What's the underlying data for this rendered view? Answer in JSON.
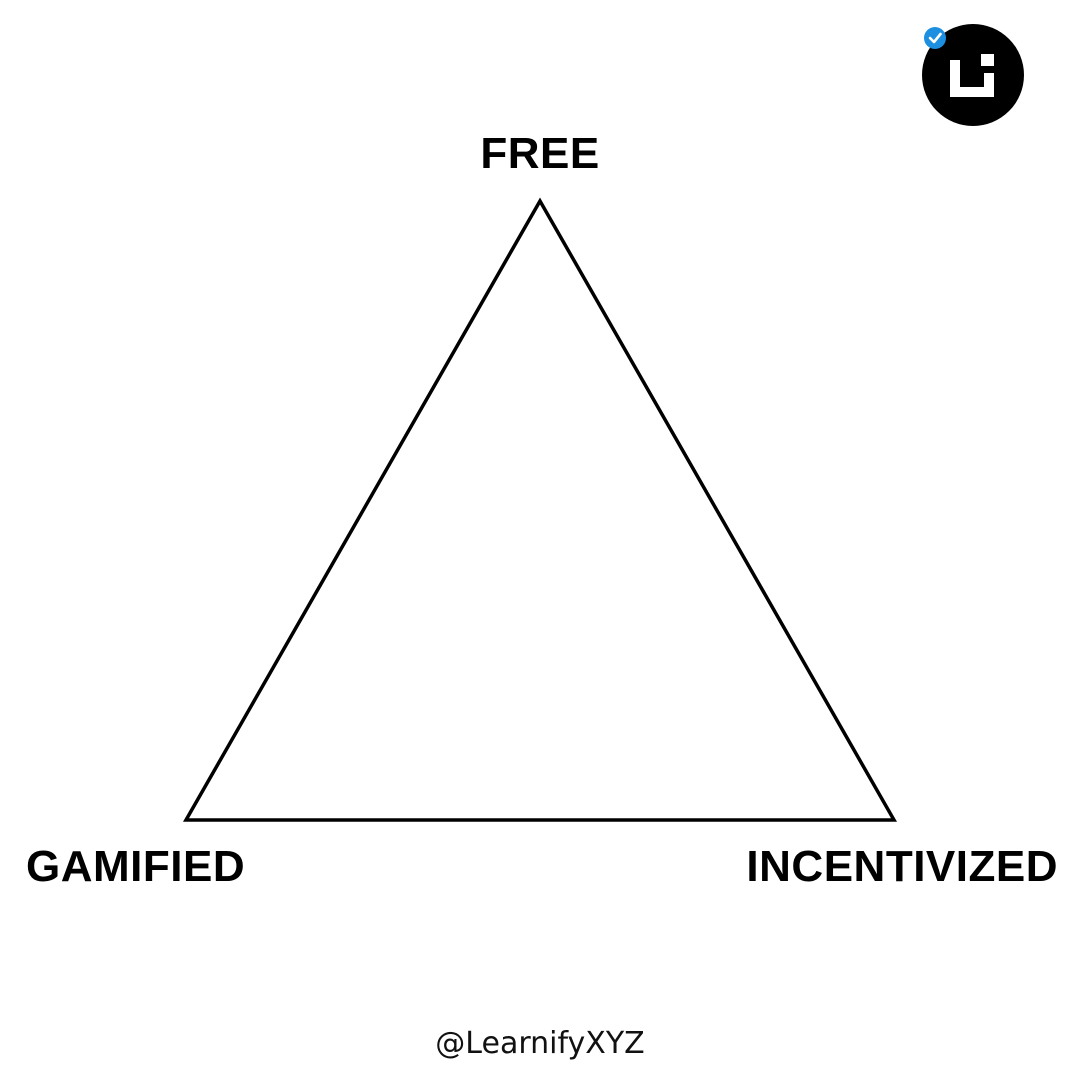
{
  "diagram": {
    "vertices": {
      "top": "FREE",
      "bottom_left": "GAMIFIED",
      "bottom_right": "INCENTIVIZED"
    }
  },
  "footer": {
    "handle": "@LearnifyXYZ"
  },
  "logo": {
    "icon": "learnify-logo-icon",
    "badge_icon": "verified-check-icon",
    "badge_color": "#1d8fe0",
    "logo_color": "#000000"
  }
}
